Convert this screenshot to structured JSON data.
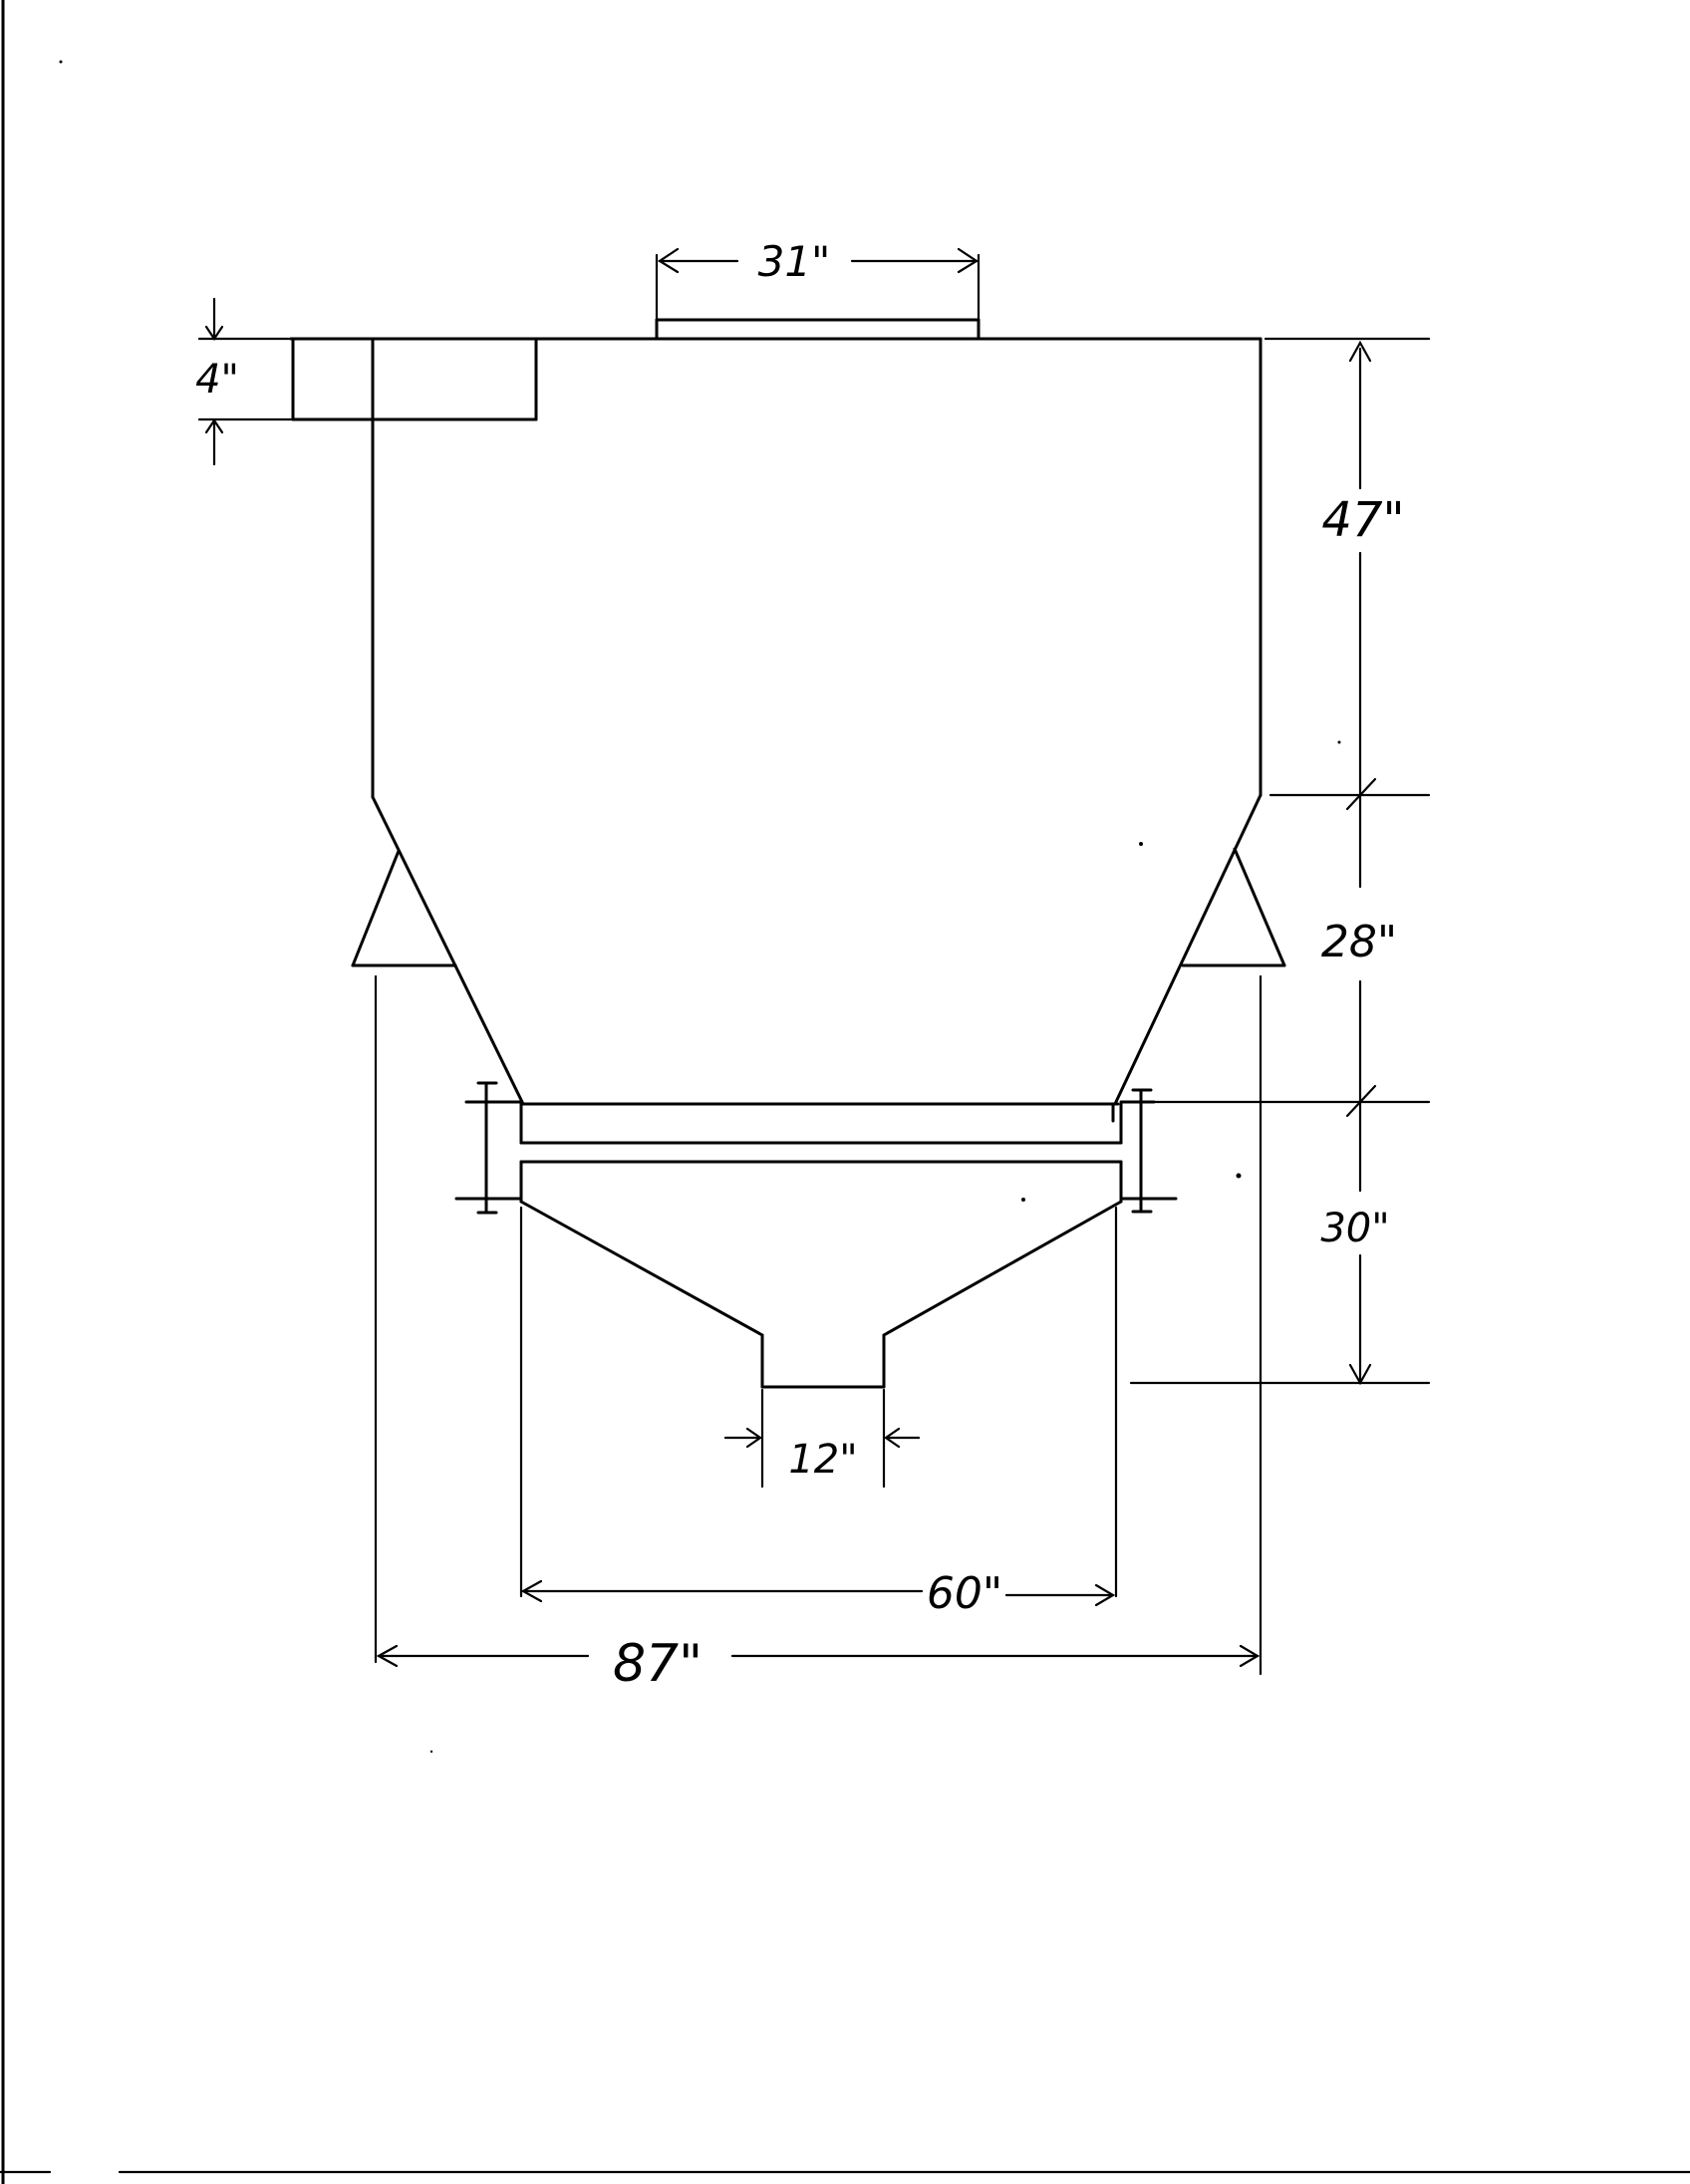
{
  "diagram": {
    "type": "hopper-sketch",
    "line_color": "#000000",
    "background": "#ffffff",
    "dimensions": {
      "top_opening": "31\"",
      "flange_height": "4\"",
      "upper_height": "47\"",
      "cone_height": "28\"",
      "lower_height": "30\"",
      "outlet_width": "12\"",
      "lower_width": "60\"",
      "overall_width": "87\""
    }
  }
}
